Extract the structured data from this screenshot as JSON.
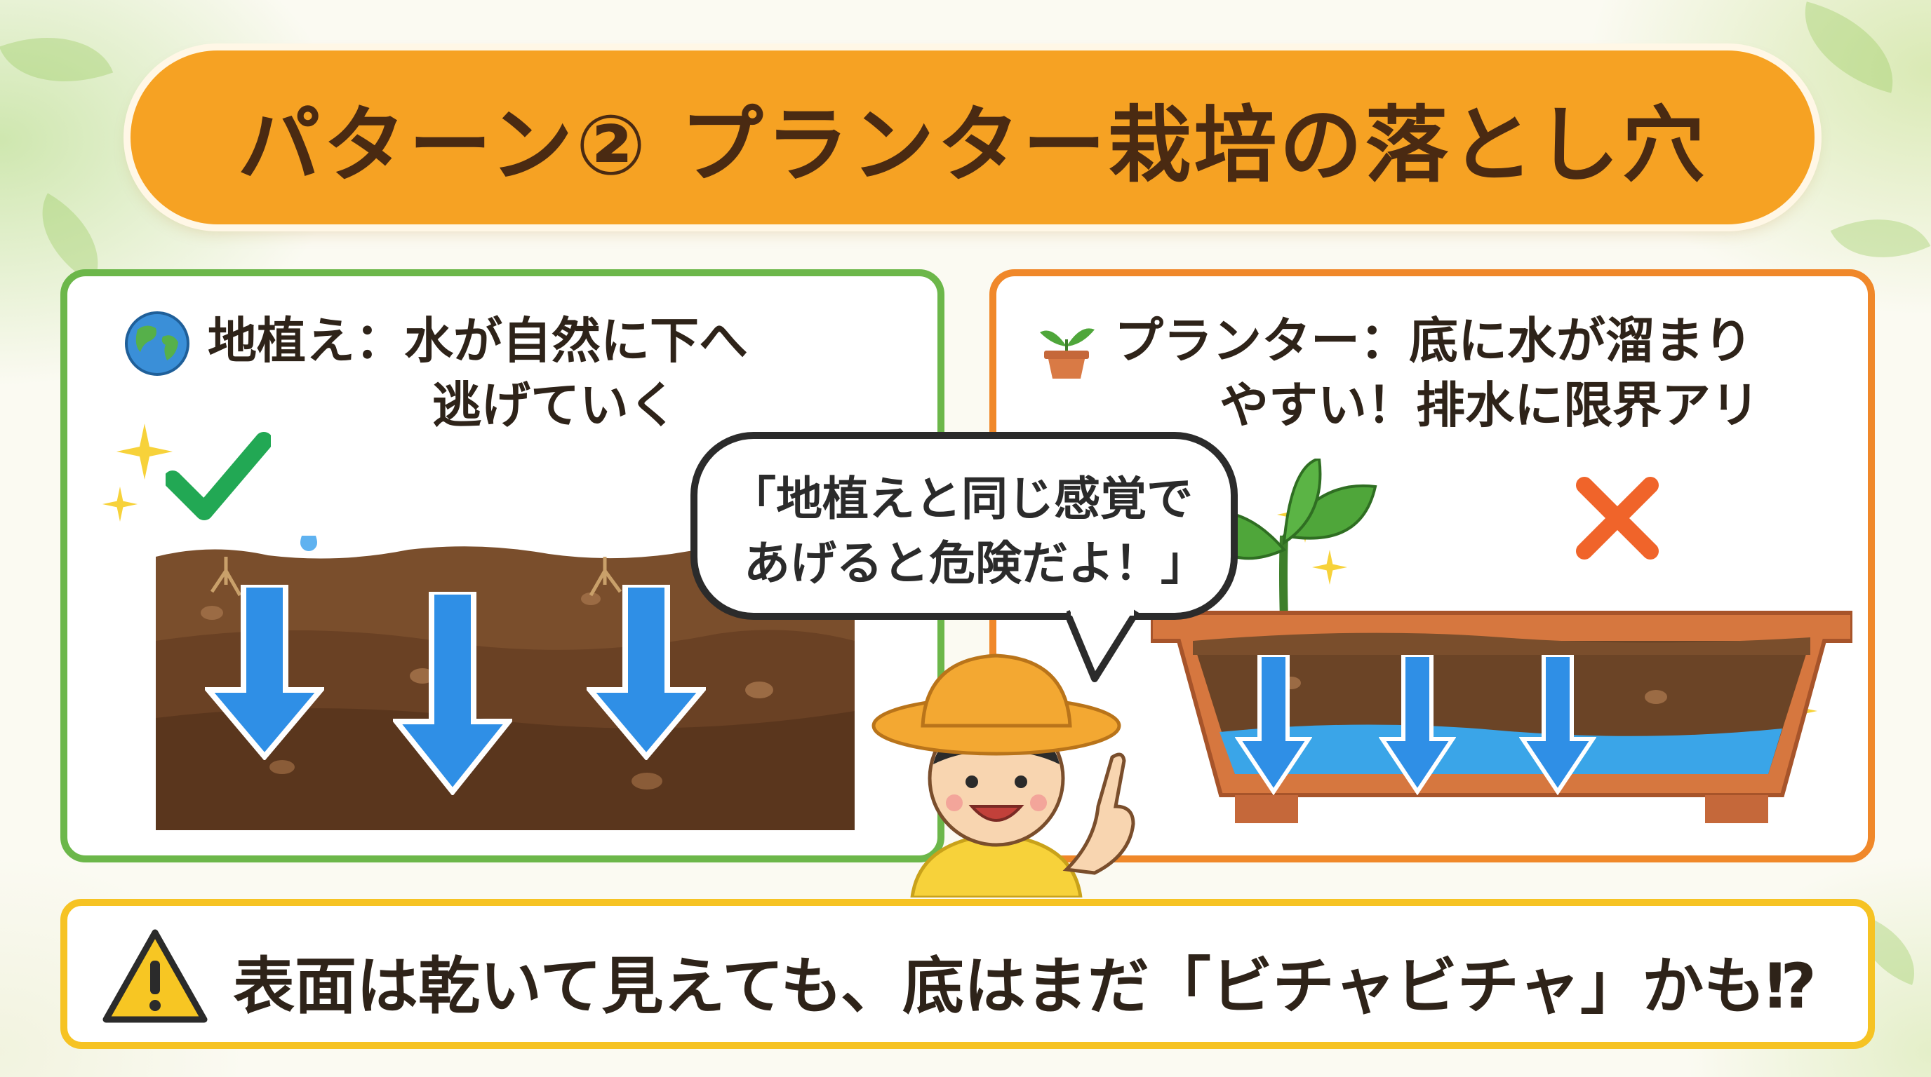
{
  "title": "パターン② プランター栽培の落とし穴",
  "left_panel": {
    "icon": "globe-icon",
    "line1": "地植え：水が自然に下へ",
    "line2": "逃げていく",
    "mark": "check-icon"
  },
  "right_panel": {
    "icon": "potted-plant-icon",
    "line1": "プランター：底に水が溜まり",
    "line2": "やすい！排水に限界アリ",
    "mark": "cross-icon"
  },
  "speech_bubble": {
    "line1": "「地植えと同じ感覚で",
    "line2": "あげると危険だよ！」"
  },
  "warning": {
    "icon": "warning-icon",
    "text": "表面は乾いて見えても、底はまだ「ビチャビチャ」かも⁉"
  },
  "colors": {
    "title_bg": "#f6a223",
    "title_text": "#4a2a12",
    "left_border": "#6cb74a",
    "right_border": "#f0882a",
    "warning_border": "#f6c323",
    "water_arrow": "#2f8fe6",
    "soil": "#6b4426"
  }
}
